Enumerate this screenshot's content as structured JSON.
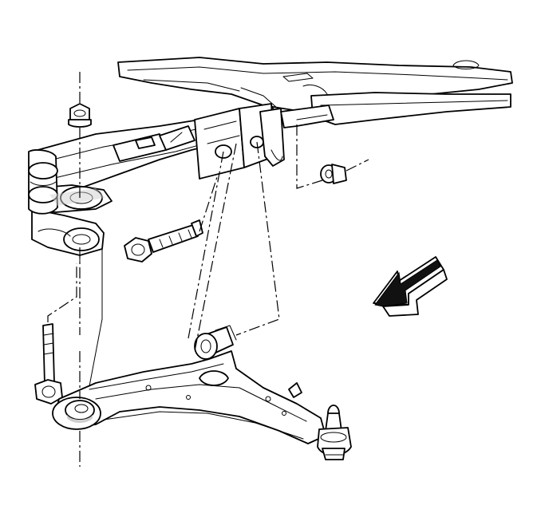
{
  "diagram": {
    "type": "exploded-view line illustration",
    "labels": [],
    "parts": [
      {
        "id": "front-crossmember",
        "icon": "crossmember-drawing"
      },
      {
        "id": "lower-control-arm",
        "icon": "control-arm-drawing"
      },
      {
        "id": "ball-joint",
        "icon": "ball-joint-drawing"
      },
      {
        "id": "front-bushing-bolt",
        "icon": "bolt-icon"
      },
      {
        "id": "front-bushing-nut",
        "icon": "nut-icon"
      },
      {
        "id": "rear-bushing-bolt",
        "icon": "bolt-icon"
      },
      {
        "id": "rear-bushing-nut",
        "icon": "nut-icon"
      },
      {
        "id": "direction-arrow",
        "icon": "arrow-icon"
      }
    ],
    "colors": {
      "line": "#000000",
      "background": "#ffffff",
      "shade": "#cfcfcf"
    }
  }
}
